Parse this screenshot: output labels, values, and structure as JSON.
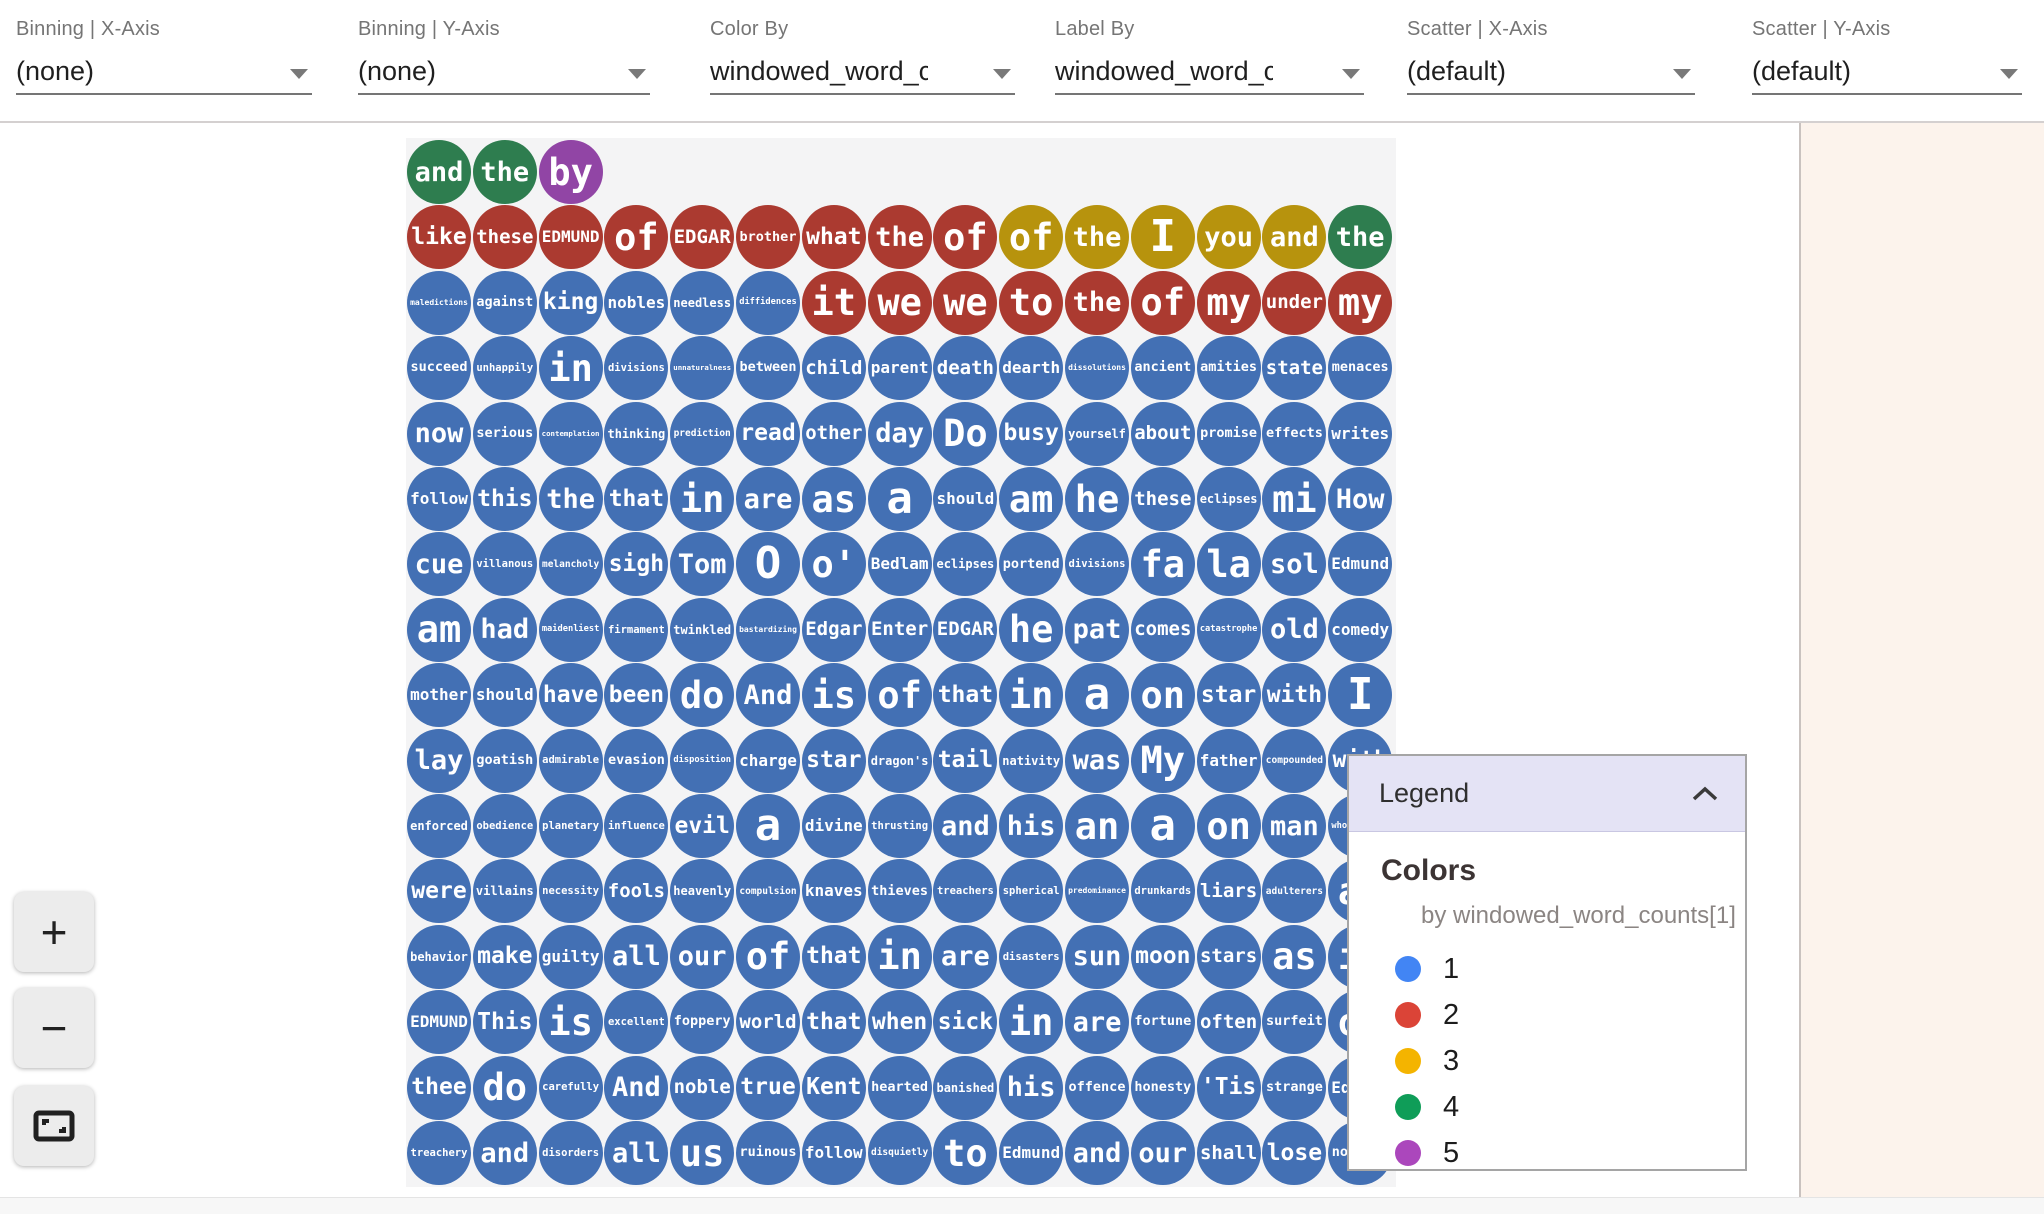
{
  "toolbar": {
    "fields": [
      {
        "id": "binning-x",
        "label": "Binning | X-Axis",
        "value": "(none)"
      },
      {
        "id": "binning-y",
        "label": "Binning | Y-Axis",
        "value": "(none)"
      },
      {
        "id": "color-by",
        "label": "Color By",
        "value": "windowed_word_counts"
      },
      {
        "id": "label-by",
        "label": "Label By",
        "value": "windowed_word_counts"
      },
      {
        "id": "scatter-x",
        "label": "Scatter | X-Axis",
        "value": "(default)"
      },
      {
        "id": "scatter-y",
        "label": "Scatter | Y-Axis",
        "value": "(default)"
      }
    ]
  },
  "palette": {
    "bubble": {
      "1": "#4370b4",
      "2": "#ab3a30",
      "3": "#b7930d",
      "4": "#2e7d4f",
      "5": "#9145a5"
    },
    "legend": {
      "1": "#4285f4",
      "2": "#db4437",
      "3": "#f4b400",
      "4": "#0f9d58",
      "5": "#ab47bc"
    }
  },
  "legend": {
    "title": "Legend",
    "section_title": "Colors",
    "subtitle": "by windowed_word_counts[1]",
    "items": [
      {
        "label": "1",
        "color_key": "1"
      },
      {
        "label": "2",
        "color_key": "2"
      },
      {
        "label": "3",
        "color_key": "3"
      },
      {
        "label": "4",
        "color_key": "4"
      },
      {
        "label": "5",
        "color_key": "5"
      }
    ]
  },
  "zoom_controls": {
    "zoom_in": "+",
    "zoom_out": "−"
  },
  "grid": {
    "rows": [
      [
        {
          "w": "and",
          "c": 4
        },
        {
          "w": "the",
          "c": 4
        },
        {
          "w": "by",
          "c": 5
        }
      ],
      [
        {
          "w": "like",
          "c": 2
        },
        {
          "w": "these",
          "c": 2
        },
        {
          "w": "EDMUND",
          "c": 2
        },
        {
          "w": "of",
          "c": 2
        },
        {
          "w": "EDGAR",
          "c": 2
        },
        {
          "w": "brother",
          "c": 2
        },
        {
          "w": "what",
          "c": 2
        },
        {
          "w": "the",
          "c": 2
        },
        {
          "w": "of",
          "c": 2
        },
        {
          "w": "of",
          "c": 3
        },
        {
          "w": "the",
          "c": 3
        },
        {
          "w": "I",
          "c": 3
        },
        {
          "w": "you",
          "c": 3
        },
        {
          "w": "and",
          "c": 3
        },
        {
          "w": "the",
          "c": 4
        }
      ],
      [
        {
          "w": "maledictions",
          "c": 1
        },
        {
          "w": "against",
          "c": 1
        },
        {
          "w": "king",
          "c": 1
        },
        {
          "w": "nobles",
          "c": 1
        },
        {
          "w": "needless",
          "c": 1
        },
        {
          "w": "diffidences",
          "c": 1
        },
        {
          "w": "it",
          "c": 2
        },
        {
          "w": "we",
          "c": 2
        },
        {
          "w": "we",
          "c": 2
        },
        {
          "w": "to",
          "c": 2
        },
        {
          "w": "the",
          "c": 2
        },
        {
          "w": "of",
          "c": 2
        },
        {
          "w": "my",
          "c": 2
        },
        {
          "w": "under",
          "c": 2
        },
        {
          "w": "my",
          "c": 2
        }
      ],
      [
        {
          "w": "succeed",
          "c": 1
        },
        {
          "w": "unhappily",
          "c": 1
        },
        {
          "w": "in",
          "c": 1
        },
        {
          "w": "divisions",
          "c": 1
        },
        {
          "w": "unnaturalness",
          "c": 1
        },
        {
          "w": "between",
          "c": 1
        },
        {
          "w": "child",
          "c": 1
        },
        {
          "w": "parent",
          "c": 1
        },
        {
          "w": "death",
          "c": 1
        },
        {
          "w": "dearth",
          "c": 1
        },
        {
          "w": "dissolutions",
          "c": 1
        },
        {
          "w": "ancient",
          "c": 1
        },
        {
          "w": "amities",
          "c": 1
        },
        {
          "w": "state",
          "c": 1
        },
        {
          "w": "menaces",
          "c": 1
        }
      ],
      [
        {
          "w": "now",
          "c": 1
        },
        {
          "w": "serious",
          "c": 1
        },
        {
          "w": "contemplation",
          "c": 1
        },
        {
          "w": "thinking",
          "c": 1
        },
        {
          "w": "prediction",
          "c": 1
        },
        {
          "w": "read",
          "c": 1
        },
        {
          "w": "other",
          "c": 1
        },
        {
          "w": "day",
          "c": 1
        },
        {
          "w": "Do",
          "c": 1
        },
        {
          "w": "busy",
          "c": 1
        },
        {
          "w": "yourself",
          "c": 1
        },
        {
          "w": "about",
          "c": 1
        },
        {
          "w": "promise",
          "c": 1
        },
        {
          "w": "effects",
          "c": 1
        },
        {
          "w": "writes",
          "c": 1
        }
      ],
      [
        {
          "w": "follow",
          "c": 1
        },
        {
          "w": "this",
          "c": 1
        },
        {
          "w": "the",
          "c": 1
        },
        {
          "w": "that",
          "c": 1
        },
        {
          "w": "in",
          "c": 1
        },
        {
          "w": "are",
          "c": 1
        },
        {
          "w": "as",
          "c": 1
        },
        {
          "w": "a",
          "c": 1
        },
        {
          "w": "should",
          "c": 1
        },
        {
          "w": "am",
          "c": 1
        },
        {
          "w": "he",
          "c": 1
        },
        {
          "w": "these",
          "c": 1
        },
        {
          "w": "eclipses",
          "c": 1
        },
        {
          "w": "mi",
          "c": 1
        },
        {
          "w": "How",
          "c": 1
        }
      ],
      [
        {
          "w": "cue",
          "c": 1
        },
        {
          "w": "villanous",
          "c": 1
        },
        {
          "w": "melancholy",
          "c": 1
        },
        {
          "w": "sigh",
          "c": 1
        },
        {
          "w": "Tom",
          "c": 1
        },
        {
          "w": "O",
          "c": 1
        },
        {
          "w": "o'",
          "c": 1
        },
        {
          "w": "Bedlam",
          "c": 1
        },
        {
          "w": "eclipses",
          "c": 1
        },
        {
          "w": "portend",
          "c": 1
        },
        {
          "w": "divisions",
          "c": 1
        },
        {
          "w": "fa",
          "c": 1
        },
        {
          "w": "la",
          "c": 1
        },
        {
          "w": "sol",
          "c": 1
        },
        {
          "w": "Edmund",
          "c": 1
        }
      ],
      [
        {
          "w": "am",
          "c": 1
        },
        {
          "w": "had",
          "c": 1
        },
        {
          "w": "maidenliest",
          "c": 1
        },
        {
          "w": "firmament",
          "c": 1
        },
        {
          "w": "twinkled",
          "c": 1
        },
        {
          "w": "bastardizing",
          "c": 1
        },
        {
          "w": "Edgar",
          "c": 1
        },
        {
          "w": "Enter",
          "c": 1
        },
        {
          "w": "EDGAR",
          "c": 1
        },
        {
          "w": "he",
          "c": 1
        },
        {
          "w": "pat",
          "c": 1
        },
        {
          "w": "comes",
          "c": 1
        },
        {
          "w": "catastrophe",
          "c": 1
        },
        {
          "w": "old",
          "c": 1
        },
        {
          "w": "comedy",
          "c": 1
        }
      ],
      [
        {
          "w": "mother",
          "c": 1
        },
        {
          "w": "should",
          "c": 1
        },
        {
          "w": "have",
          "c": 1
        },
        {
          "w": "been",
          "c": 1
        },
        {
          "w": "do",
          "c": 1
        },
        {
          "w": "And",
          "c": 1
        },
        {
          "w": "is",
          "c": 1
        },
        {
          "w": "of",
          "c": 1
        },
        {
          "w": "that",
          "c": 1
        },
        {
          "w": "in",
          "c": 1
        },
        {
          "w": "a",
          "c": 1
        },
        {
          "w": "on",
          "c": 1
        },
        {
          "w": "star",
          "c": 1
        },
        {
          "w": "with",
          "c": 1
        },
        {
          "w": "I",
          "c": 1
        }
      ],
      [
        {
          "w": "lay",
          "c": 1
        },
        {
          "w": "goatish",
          "c": 1
        },
        {
          "w": "admirable",
          "c": 1
        },
        {
          "w": "evasion",
          "c": 1
        },
        {
          "w": "disposition",
          "c": 1
        },
        {
          "w": "charge",
          "c": 1
        },
        {
          "w": "star",
          "c": 1
        },
        {
          "w": "dragon's",
          "c": 1
        },
        {
          "w": "tail",
          "c": 1
        },
        {
          "w": "nativity",
          "c": 1
        },
        {
          "w": "was",
          "c": 1
        },
        {
          "w": "My",
          "c": 1
        },
        {
          "w": "father",
          "c": 1
        },
        {
          "w": "compounded",
          "c": 1
        },
        {
          "w": "with",
          "c": 1
        }
      ],
      [
        {
          "w": "enforced",
          "c": 1
        },
        {
          "w": "obedience",
          "c": 1
        },
        {
          "w": "planetary",
          "c": 1
        },
        {
          "w": "influence",
          "c": 1
        },
        {
          "w": "evil",
          "c": 1
        },
        {
          "w": "a",
          "c": 1
        },
        {
          "w": "divine",
          "c": 1
        },
        {
          "w": "thrusting",
          "c": 1
        },
        {
          "w": "and",
          "c": 1
        },
        {
          "w": "his",
          "c": 1
        },
        {
          "w": "an",
          "c": 1
        },
        {
          "w": "a",
          "c": 1
        },
        {
          "w": "on",
          "c": 1
        },
        {
          "w": "man",
          "c": 1
        },
        {
          "w": "whoremaster",
          "c": 1
        }
      ],
      [
        {
          "w": "were",
          "c": 1
        },
        {
          "w": "villains",
          "c": 1
        },
        {
          "w": "necessity",
          "c": 1
        },
        {
          "w": "fools",
          "c": 1
        },
        {
          "w": "heavenly",
          "c": 1
        },
        {
          "w": "compulsion",
          "c": 1
        },
        {
          "w": "knaves",
          "c": 1
        },
        {
          "w": "thieves",
          "c": 1
        },
        {
          "w": "treachers",
          "c": 1
        },
        {
          "w": "spherical",
          "c": 1
        },
        {
          "w": "predominance",
          "c": 1
        },
        {
          "w": "drunkards",
          "c": 1
        },
        {
          "w": "liars",
          "c": 1
        },
        {
          "w": "adulterers",
          "c": 1
        },
        {
          "w": "an",
          "c": 1
        }
      ],
      [
        {
          "w": "behavior",
          "c": 1
        },
        {
          "w": "make",
          "c": 1
        },
        {
          "w": "guilty",
          "c": 1
        },
        {
          "w": "all",
          "c": 1
        },
        {
          "w": "our",
          "c": 1
        },
        {
          "w": "of",
          "c": 1
        },
        {
          "w": "that",
          "c": 1
        },
        {
          "w": "in",
          "c": 1
        },
        {
          "w": "are",
          "c": 1
        },
        {
          "w": "disasters",
          "c": 1
        },
        {
          "w": "sun",
          "c": 1
        },
        {
          "w": "moon",
          "c": 1
        },
        {
          "w": "stars",
          "c": 1
        },
        {
          "w": "as",
          "c": 1
        },
        {
          "w": "if",
          "c": 1
        }
      ],
      [
        {
          "w": "EDMUND",
          "c": 1
        },
        {
          "w": "This",
          "c": 1
        },
        {
          "w": "is",
          "c": 1
        },
        {
          "w": "excellent",
          "c": 1
        },
        {
          "w": "foppery",
          "c": 1
        },
        {
          "w": "world",
          "c": 1
        },
        {
          "w": "that",
          "c": 1
        },
        {
          "w": "when",
          "c": 1
        },
        {
          "w": "sick",
          "c": 1
        },
        {
          "w": "in",
          "c": 1
        },
        {
          "w": "are",
          "c": 1
        },
        {
          "w": "fortune",
          "c": 1
        },
        {
          "w": "often",
          "c": 1
        },
        {
          "w": "surfeit",
          "c": 1
        },
        {
          "w": "of",
          "c": 1
        }
      ],
      [
        {
          "w": "thee",
          "c": 1
        },
        {
          "w": "do",
          "c": 1
        },
        {
          "w": "carefully",
          "c": 1
        },
        {
          "w": "And",
          "c": 1
        },
        {
          "w": "noble",
          "c": 1
        },
        {
          "w": "true",
          "c": 1
        },
        {
          "w": "Kent",
          "c": 1
        },
        {
          "w": "hearted",
          "c": 1
        },
        {
          "w": "banished",
          "c": 1
        },
        {
          "w": "his",
          "c": 1
        },
        {
          "w": "offence",
          "c": 1
        },
        {
          "w": "honesty",
          "c": 1
        },
        {
          "w": "'Tis",
          "c": 1
        },
        {
          "w": "strange",
          "c": 1
        },
        {
          "w": "Edmund",
          "c": 1
        }
      ],
      [
        {
          "w": "treachery",
          "c": 1
        },
        {
          "w": "and",
          "c": 1
        },
        {
          "w": "disorders",
          "c": 1
        },
        {
          "w": "all",
          "c": 1
        },
        {
          "w": "us",
          "c": 1
        },
        {
          "w": "ruinous",
          "c": 1
        },
        {
          "w": "follow",
          "c": 1
        },
        {
          "w": "disquietly",
          "c": 1
        },
        {
          "w": "to",
          "c": 1
        },
        {
          "w": "Edmund",
          "c": 1
        },
        {
          "w": "and",
          "c": 1
        },
        {
          "w": "our",
          "c": 1
        },
        {
          "w": "shall",
          "c": 1
        },
        {
          "w": "lose",
          "c": 1
        },
        {
          "w": "nothing",
          "c": 1
        }
      ]
    ]
  }
}
